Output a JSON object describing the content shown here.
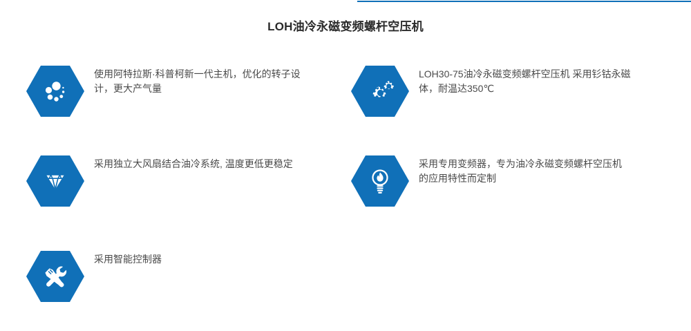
{
  "page": {
    "title": "LOH油冷永磁变频螺杆空压机",
    "accent_color": "#1070b8",
    "text_color": "#4a4a4a",
    "background_color": "#ffffff"
  },
  "features": [
    {
      "icon": "circles-cluster-icon",
      "text": "使用阿特拉斯·科普柯新一代主机，优化的转子设\n计，更大产气量"
    },
    {
      "icon": "gears-icon",
      "text": "LOH30-75油冷永磁变频螺杆空压机 采用钐钴永磁\n体，耐温达350℃"
    },
    {
      "icon": "diamond-icon",
      "text": "采用独立大风扇结合油冷系统, 温度更低更稳定"
    },
    {
      "icon": "lightbulb-flame-icon",
      "text": "采用专用变频器，专为油冷永磁变频螺杆空压机\n的应用特性而定制"
    },
    {
      "icon": "tools-icon",
      "text": "采用智能控制器"
    }
  ]
}
